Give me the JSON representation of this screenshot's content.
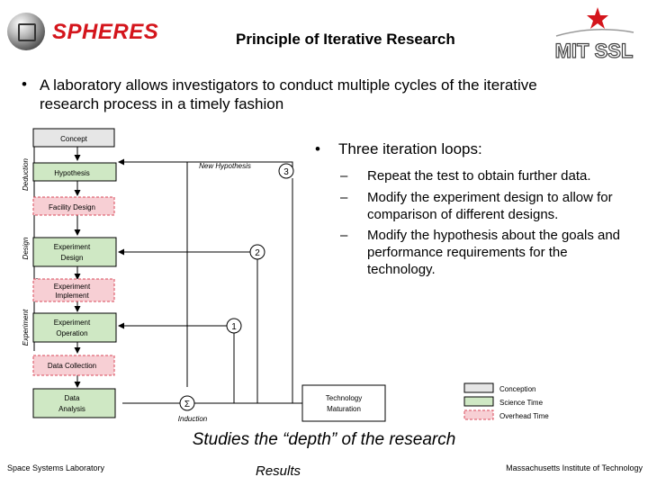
{
  "header": {
    "brand": "SPHERES",
    "title": "Principle of Iterative Research",
    "right_logo_text": "MIT SSL"
  },
  "intro": {
    "bullet": "•",
    "text": "A laboratory allows investigators to conduct multiple cycles of the iterative research process in a timely fashion"
  },
  "loops": {
    "bullet": "•",
    "heading": "Three iteration loops:",
    "dash": "–",
    "items": [
      "Repeat the test to obtain further data.",
      "Modify the experiment design to allow for comparison of different designs.",
      "Modify the hypothesis about the goals and performance requirements for the technology."
    ]
  },
  "diagram": {
    "phase_labels": {
      "deduction": "Deduction",
      "design": "Design",
      "experiment": "Experiment"
    },
    "boxes": {
      "concept": "Concept",
      "hypothesis": "Hypothesis",
      "facility_design": "Facility Design",
      "experiment_design": [
        "Experiment",
        "Design"
      ],
      "experiment_implement": [
        "Experiment",
        "Implement"
      ],
      "experiment_operation": [
        "Experiment",
        "Operation"
      ],
      "data_collection": "Data Collection",
      "data_analysis": [
        "Data",
        "Analysis"
      ],
      "technology_maturation": [
        "Technology",
        "Maturation"
      ]
    },
    "loop_numbers": [
      "3",
      "2",
      "1"
    ],
    "sigma": "Σ",
    "new_hypothesis": "New Hypothesis",
    "induction": "Induction",
    "colors": {
      "conception": "#e6e6e6",
      "science": "#cfe8c4",
      "overhead": "#f7cfd4",
      "dash_border": "#d94a5a"
    }
  },
  "legend": {
    "items": [
      "Conception",
      "Science Time",
      "Overhead Time"
    ]
  },
  "studies": "Studies the “depth” of the research",
  "footer": {
    "left": "Space Systems Laboratory",
    "center": "Results",
    "right": "Massachusetts Institute of Technology"
  }
}
